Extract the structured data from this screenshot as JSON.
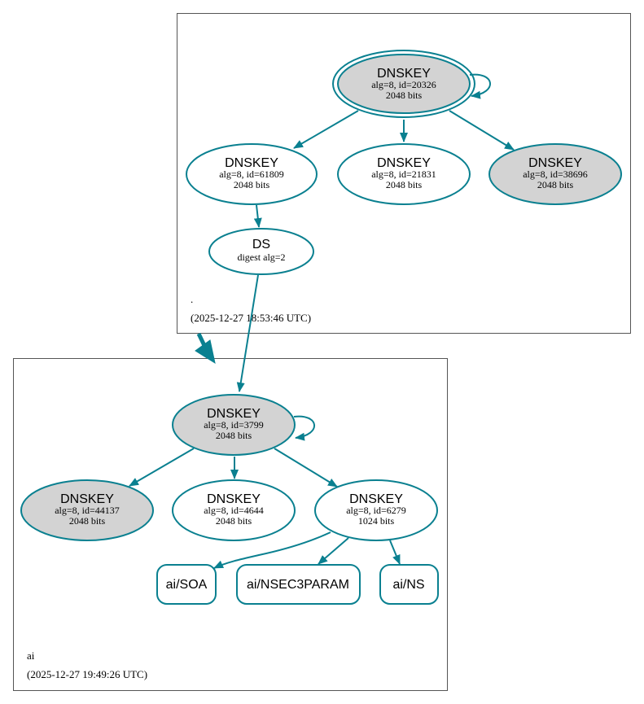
{
  "colors": {
    "edge": "#0a8090",
    "key_fill_gray": "#d3d3d3",
    "key_fill_white": "#ffffff",
    "cluster_border": "#555555",
    "text": "#000000"
  },
  "root_zone": {
    "label": ".",
    "timestamp": "(2025-12-27 18:53:46 UTC)",
    "ksk": {
      "title": "DNSKEY",
      "line1": "alg=8, id=20326",
      "line2": "2048 bits"
    },
    "zsk1": {
      "title": "DNSKEY",
      "line1": "alg=8, id=61809",
      "line2": "2048 bits"
    },
    "zsk2": {
      "title": "DNSKEY",
      "line1": "alg=8, id=21831",
      "line2": "2048 bits"
    },
    "zsk3": {
      "title": "DNSKEY",
      "line1": "alg=8, id=38696",
      "line2": "2048 bits"
    },
    "ds": {
      "title": "DS",
      "line1": "digest alg=2"
    }
  },
  "ai_zone": {
    "label": "ai",
    "timestamp": "(2025-12-27 19:49:26 UTC)",
    "ksk": {
      "title": "DNSKEY",
      "line1": "alg=8, id=3799",
      "line2": "2048 bits"
    },
    "key1": {
      "title": "DNSKEY",
      "line1": "alg=8, id=44137",
      "line2": "2048 bits"
    },
    "key2": {
      "title": "DNSKEY",
      "line1": "alg=8, id=4644",
      "line2": "2048 bits"
    },
    "key3": {
      "title": "DNSKEY",
      "line1": "alg=8, id=6279",
      "line2": "1024 bits"
    },
    "rr_soa": "ai/SOA",
    "rr_nsec3param": "ai/NSEC3PARAM",
    "rr_ns": "ai/NS"
  }
}
